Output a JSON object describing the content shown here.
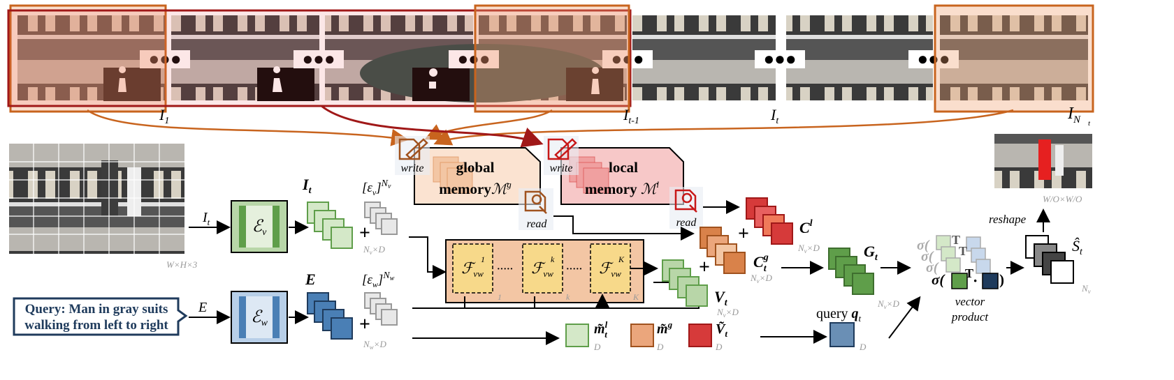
{
  "frames": {
    "labels": {
      "first": "I",
      "first_sub": "1",
      "prev": "I",
      "prev_sub": "t-1",
      "current": "I",
      "current_sub": "t",
      "last": "I",
      "last_sub": "N"
    },
    "ellipsis": "●●●"
  },
  "memory": {
    "global_title": "global",
    "global_name": "memory",
    "global_symbol": "ℳ",
    "global_sup": "g",
    "local_title": "local",
    "local_name": "memory",
    "local_symbol": "ℳ",
    "local_sup": "l",
    "write_label": "write",
    "read_label": "read"
  },
  "inputs": {
    "frame_label": "I",
    "frame_sub": "t",
    "frame_dims": "W×H×3",
    "query_label": "E",
    "query_text_line1": "Query: Man in gray suits",
    "query_text_line2": "walking from left to right"
  },
  "encoders": {
    "visual": "ℰ",
    "visual_sub": "v",
    "word": "ℰ",
    "word_sub": "w"
  },
  "features": {
    "visual_feat": "I",
    "visual_feat_sub": "t",
    "word_feat": "E",
    "pos_v": "[ε",
    "pos_v_sub": "v",
    "pos_v_sup": "N",
    "pos_v_supsub": "v",
    "pos_w": "[ε",
    "pos_w_sub": "w",
    "pos_w_sup": "N",
    "pos_w_supsub": "w",
    "nv_dims": "N",
    "nv_dims_sub": "v",
    "nv_dims_tail": "×D",
    "nw_dims": "N",
    "nw_dims_sub": "w",
    "nw_dims_tail": "×D"
  },
  "fusion": {
    "blocks": [
      "1",
      "k",
      "K"
    ],
    "symbol": "ℱ",
    "sub": "vw",
    "dots": "·····"
  },
  "outputs": {
    "V": "V",
    "V_sub": "t",
    "V_dims": "N",
    "V_dims_sub": "v",
    "V_dims_tail": "×D",
    "Cl": "C",
    "Cl_sup": "l",
    "Cl_dims": "N",
    "Cl_dims_sub": "v",
    "Cl_dims_tail": "×D",
    "Cg": "C",
    "Cg_sup": "g",
    "Cg_sub": "t",
    "Cg_dims": "N",
    "Cg_dims_sub": "v",
    "Cg_dims_tail": "×D",
    "G": "G",
    "G_sub": "t",
    "G_dims": "N",
    "G_dims_sub": "v",
    "G_dims_tail": "×D",
    "m_l": "m̃",
    "m_l_sup": "l",
    "m_l_sub": "t",
    "m_g": "m̃",
    "m_g_sup": "g",
    "V_tilde": "Ṽ",
    "V_tilde_sub": "t",
    "D": "D",
    "query_vec": "query",
    "query_sym": "q",
    "query_sub": "t",
    "sigma": "σ",
    "vector_product_1": "vector",
    "vector_product_2": "product",
    "reshape": "reshape",
    "S": "Ŝ",
    "S_sub": "t",
    "S_dims": "N",
    "S_dims_sub": "v",
    "output_dims": "W/O×W/O"
  },
  "colors": {
    "green": "#5f9e4a",
    "blue": "#4a7fb5",
    "orange": "#d9824a",
    "red": "#d63a3a",
    "dark_red": "#a01818",
    "orange_line": "#c8641e",
    "memory_global_bg": "#fbe3d1",
    "memory_local_bg": "#f7c8c8",
    "fusion_bg": "#f3c6a4",
    "fusion_block": "#f7d98a"
  }
}
